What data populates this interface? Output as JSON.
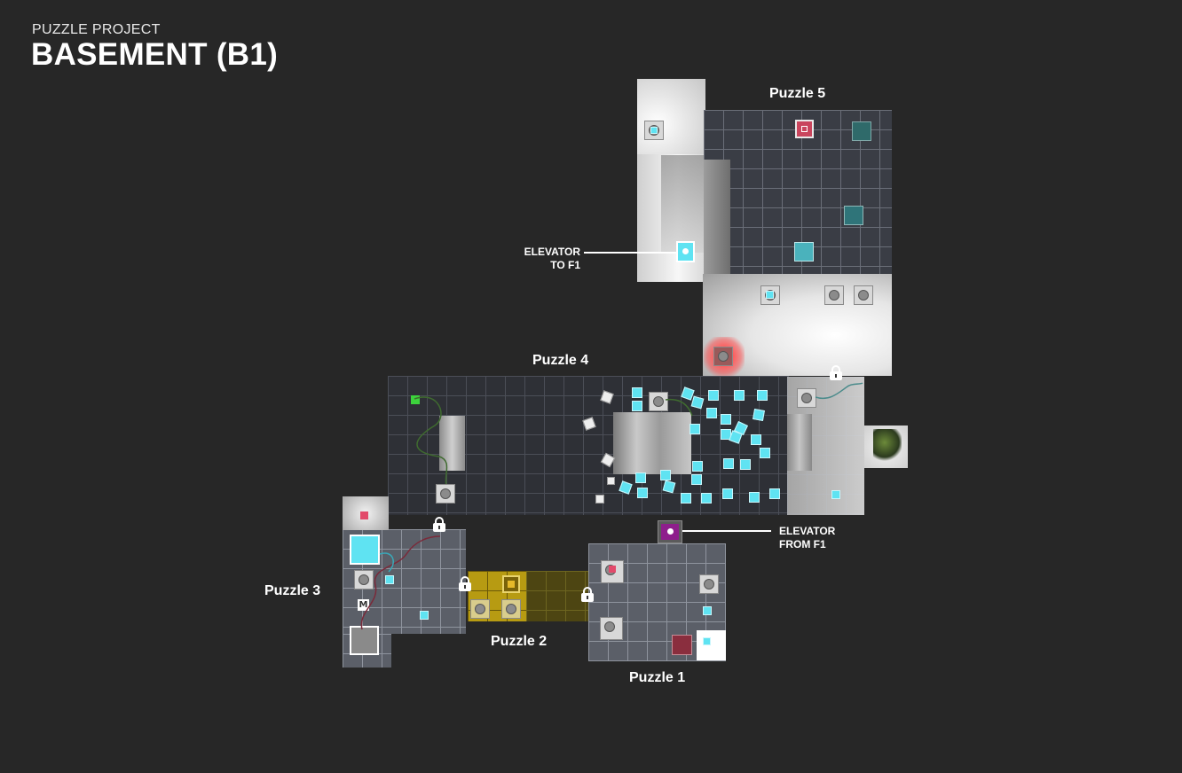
{
  "header": {
    "project": "PUZZLE PROJECT",
    "floor": "BASEMENT (B1)"
  },
  "rooms": {
    "puzzle1": "Puzzle 1",
    "puzzle2": "Puzzle 2",
    "puzzle3": "Puzzle 3",
    "puzzle4": "Puzzle 4",
    "puzzle5": "Puzzle 5"
  },
  "callouts": {
    "elevator_to_f1": [
      "ELEVATOR",
      "TO F1"
    ],
    "elevator_from_f1": [
      "ELEVATOR",
      "FROM F1"
    ]
  },
  "colors": {
    "background": "#272727",
    "cube": "#5fe3f2",
    "red_button": "#c9455d",
    "yellow_floor": "#b79b12",
    "magenta_elevator": "#8e1e8c",
    "green_switch": "#3cd23c"
  },
  "icons": [
    "lock-icon",
    "elevator-icon",
    "plant-icon"
  ]
}
